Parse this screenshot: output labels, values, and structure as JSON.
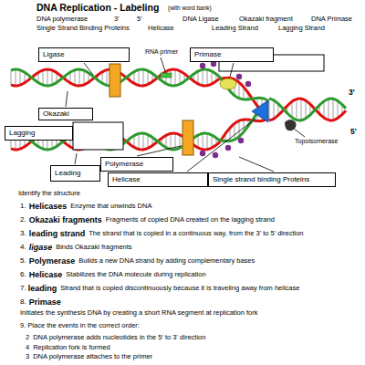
{
  "diagram": {
    "title": "DNA Replication - Labeling",
    "nodes": [
      {
        "text": [
          "Ligase"
        ]
      },
      {
        "text": [
          "Primase"
        ]
      },
      {
        "text": [
          "Okazaki"
        ]
      },
      {
        "text": [
          "Lagging"
        ]
      },
      {
        "text": [
          "Polymerase"
        ]
      },
      {
        "text": [
          "Leading"
        ]
      },
      {
        "text": [
          "Helicase"
        ]
      },
      {
        "text": [
          "Single strand binding Proteins"
        ]
      }
    ],
    "labels": [
      "(with word bank)",
      "DNA polymerase",
      "3'",
      "5'",
      "DNA Ligase",
      "Okazaki fragment",
      "DNA Primase",
      "Single Strand Binding Proteins",
      "Helicase",
      "Leading Strand",
      "Lagging Strand",
      "RNA primer",
      "3'",
      "5'",
      "Topoisomerase",
      "Identify the structure",
      "1.",
      "Helicases",
      "Enzyme that unwinds DNA",
      "2.",
      "Okazaki fragments",
      "Fragments of copied DNA created on the lagging strand",
      "3.",
      "leading strand",
      "The strand that is copied in a continuous way, from the 3' to 5' direction",
      "4.",
      "ligase",
      "Binds Okazaki fragments",
      "5.",
      "Polymerase",
      "Builds a new DNA strand by adding complementary bases",
      "6.",
      "Helicase",
      "Stabilizes the DNA molecule during replication",
      "7.",
      "leading",
      "Strand that is copied discontinuously because it is traveling away from helicase",
      "8.",
      "Primase",
      "Initiates the synthesis DNA by creating a short RNA segment at replication fork",
      "9. Place the events in the correct order:",
      "2",
      "DNA polymerase adds nucleotides in the 5' to 3' direction",
      "4",
      "Replication fork is formed",
      "3",
      "DNA polymerase attaches to the primer"
    ]
  }
}
